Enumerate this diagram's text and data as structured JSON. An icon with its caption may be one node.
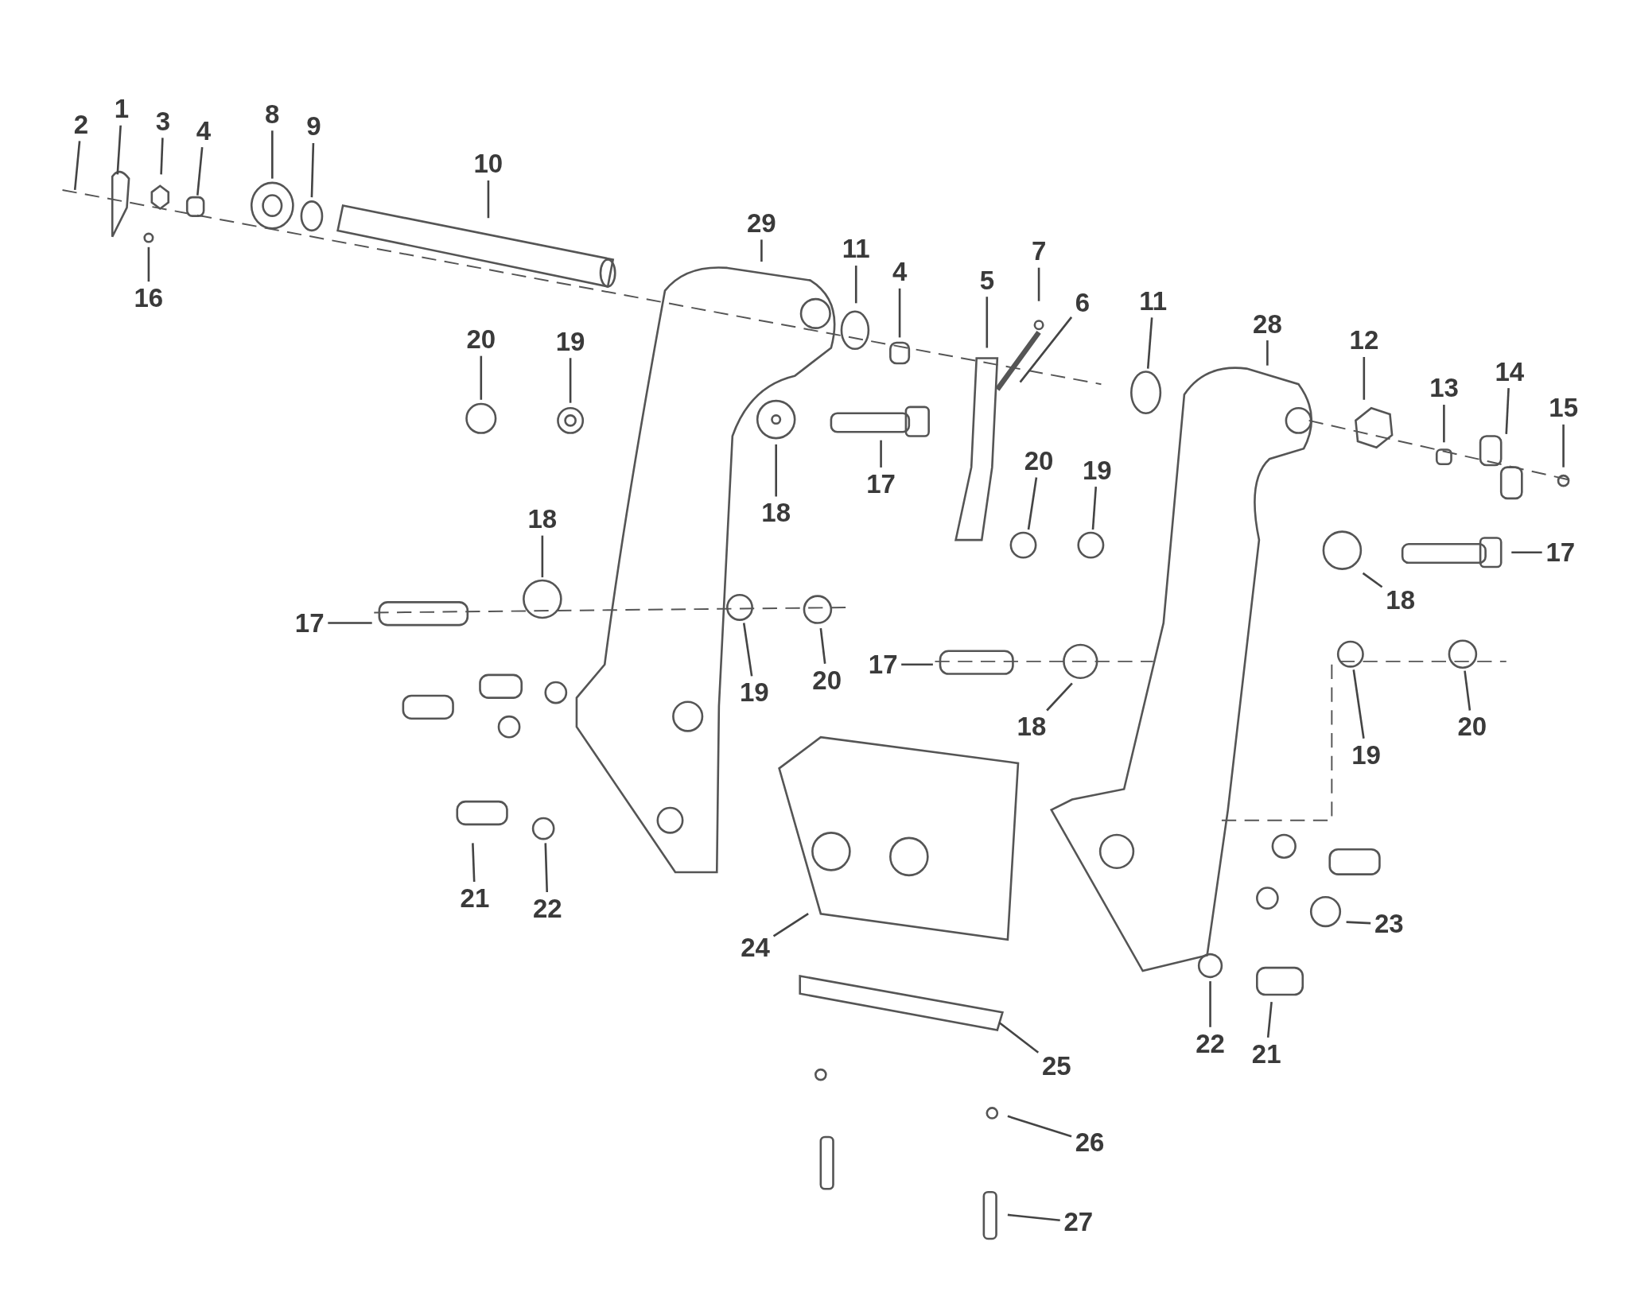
{
  "diagram": {
    "nodes": [
      {
        "text": [
          "2"
        ]
      },
      {
        "text": [
          "1"
        ]
      },
      {
        "text": [
          "3"
        ]
      },
      {
        "text": [
          "4"
        ]
      },
      {
        "text": [
          "8"
        ]
      },
      {
        "text": [
          "9"
        ]
      },
      {
        "text": [
          "10"
        ]
      },
      {
        "text": [
          "16"
        ]
      },
      {
        "text": [
          "29"
        ]
      },
      {
        "text": [
          "11"
        ]
      },
      {
        "text": [
          "4"
        ]
      },
      {
        "text": [
          "5"
        ]
      },
      {
        "text": [
          "7"
        ]
      },
      {
        "text": [
          "6"
        ]
      },
      {
        "text": [
          "11"
        ]
      },
      {
        "text": [
          "28"
        ]
      },
      {
        "text": [
          "12"
        ]
      },
      {
        "text": [
          "13"
        ]
      },
      {
        "text": [
          "14"
        ]
      },
      {
        "text": [
          "15"
        ]
      },
      {
        "text": [
          "20"
        ]
      },
      {
        "text": [
          "19"
        ]
      },
      {
        "text": [
          "18"
        ]
      },
      {
        "text": [
          "17"
        ]
      },
      {
        "text": [
          "20"
        ]
      },
      {
        "text": [
          "19"
        ]
      },
      {
        "text": [
          "17"
        ]
      },
      {
        "text": [
          "18"
        ]
      },
      {
        "text": [
          "18"
        ]
      },
      {
        "text": [
          "17"
        ]
      },
      {
        "text": [
          "19"
        ]
      },
      {
        "text": [
          "20"
        ]
      },
      {
        "text": [
          "17"
        ]
      },
      {
        "text": [
          "18"
        ]
      },
      {
        "text": [
          "19"
        ]
      },
      {
        "text": [
          "20"
        ]
      },
      {
        "text": [
          "21"
        ]
      },
      {
        "text": [
          "22"
        ]
      },
      {
        "text": [
          "24"
        ]
      },
      {
        "text": [
          "23"
        ]
      },
      {
        "text": [
          "22"
        ]
      },
      {
        "text": [
          "21"
        ]
      },
      {
        "text": [
          "25"
        ]
      },
      {
        "text": [
          "26"
        ]
      },
      {
        "text": [
          "27"
        ]
      }
    ],
    "edges": [
      {
        "from": 0,
        "to": null,
        "arrow": "none"
      },
      {
        "from": 1,
        "to": null,
        "arrow": "none"
      },
      {
        "from": 2,
        "to": null,
        "arrow": "none"
      },
      {
        "from": 3,
        "to": null,
        "arrow": "none"
      },
      {
        "from": 4,
        "to": null,
        "arrow": "none"
      },
      {
        "from": 5,
        "to": null,
        "arrow": "none"
      },
      {
        "from": 6,
        "to": null,
        "arrow": "none"
      },
      {
        "from": 7,
        "to": null,
        "arrow": "none"
      },
      {
        "from": 8,
        "to": null,
        "arrow": "none"
      },
      {
        "from": 9,
        "to": null,
        "arrow": "none"
      },
      {
        "from": 10,
        "to": null,
        "arrow": "none"
      },
      {
        "from": 11,
        "to": null,
        "arrow": "none"
      },
      {
        "from": 12,
        "to": null,
        "arrow": "none"
      },
      {
        "from": 13,
        "to": null,
        "arrow": "none"
      },
      {
        "from": 14,
        "to": null,
        "arrow": "none"
      },
      {
        "from": 15,
        "to": null,
        "arrow": "none"
      },
      {
        "from": 16,
        "to": null,
        "arrow": "none"
      },
      {
        "from": 17,
        "to": null,
        "arrow": "none"
      },
      {
        "from": 18,
        "to": null,
        "arrow": "none"
      },
      {
        "from": 19,
        "to": null,
        "arrow": "none"
      },
      {
        "from": 20,
        "to": null,
        "arrow": "none"
      },
      {
        "from": 21,
        "to": null,
        "arrow": "none"
      },
      {
        "from": 22,
        "to": null,
        "arrow": "none"
      },
      {
        "from": 23,
        "to": null,
        "arrow": "none"
      },
      {
        "from": 24,
        "to": null,
        "arrow": "none"
      },
      {
        "from": 25,
        "to": null,
        "arrow": "none"
      },
      {
        "from": 26,
        "to": null,
        "arrow": "none"
      },
      {
        "from": 27,
        "to": null,
        "arrow": "none"
      },
      {
        "from": 28,
        "to": null,
        "arrow": "none"
      },
      {
        "from": 29,
        "to": null,
        "arrow": "none"
      },
      {
        "from": 30,
        "to": null,
        "arrow": "none"
      },
      {
        "from": 31,
        "to": null,
        "arrow": "none"
      },
      {
        "from": 32,
        "to": null,
        "arrow": "none"
      },
      {
        "from": 33,
        "to": null,
        "arrow": "none"
      },
      {
        "from": 34,
        "to": null,
        "arrow": "none"
      },
      {
        "from": 35,
        "to": null,
        "arrow": "none"
      },
      {
        "from": 36,
        "to": null,
        "arrow": "none"
      },
      {
        "from": 37,
        "to": null,
        "arrow": "none"
      },
      {
        "from": 38,
        "to": null,
        "arrow": "none"
      },
      {
        "from": 39,
        "to": null,
        "arrow": "none"
      },
      {
        "from": 40,
        "to": null,
        "arrow": "none"
      },
      {
        "from": 41,
        "to": null,
        "arrow": "none"
      },
      {
        "from": 42,
        "to": null,
        "arrow": "none"
      },
      {
        "from": 43,
        "to": null,
        "arrow": "none"
      },
      {
        "from": 44,
        "to": null,
        "arrow": "none"
      }
    ]
  }
}
